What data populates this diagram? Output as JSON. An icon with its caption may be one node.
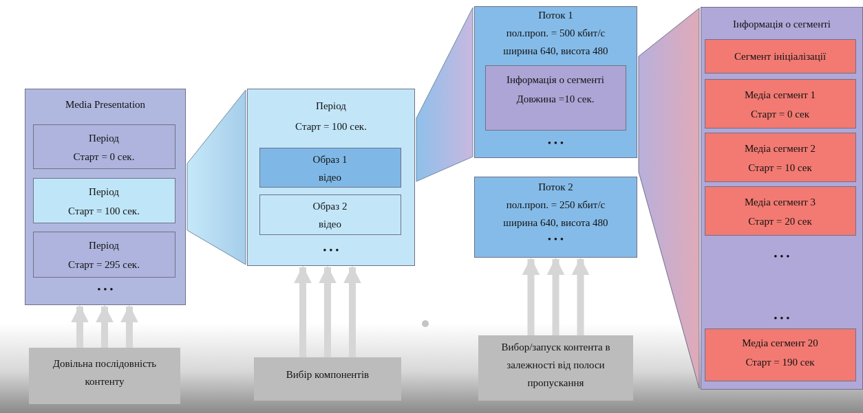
{
  "diagram": {
    "nodes": [
      {
        "text": [
          "Media Presentation",
          "• • •"
        ]
      },
      {
        "text": [
          "Період",
          "Старт = 0 сек."
        ],
        "in": 0
      },
      {
        "text": [
          "Період",
          "Старт = 100 сек."
        ],
        "in": 0
      },
      {
        "text": [
          "Період",
          "Старт = 295 сек."
        ],
        "in": 0
      },
      {
        "text": [
          "Період",
          "Старт = 100 сек.",
          "• • •"
        ]
      },
      {
        "text": [
          "Образ 1",
          "відео"
        ],
        "in": 4
      },
      {
        "text": [
          "Образ 2",
          "відео"
        ],
        "in": 4
      },
      {
        "text": [
          "Поток 1",
          "пол.проп. = 500 кбит/с",
          "ширина 640, висота 480",
          "• • •"
        ]
      },
      {
        "text": [
          "Інформація о сегменті",
          "Довжина =10 сек."
        ],
        "in": 7
      },
      {
        "text": [
          "Поток 2",
          "пол.проп. = 250 кбит/с",
          "ширина 640, висота 480",
          "• • •"
        ]
      },
      {
        "text": [
          "Інформація о сегменті",
          "• • •",
          "• • •"
        ]
      },
      {
        "text": [
          "Сегмент ініціалізації"
        ],
        "in": 10
      },
      {
        "text": [
          "Медіа сегмент 1",
          "Старт = 0 сек"
        ],
        "in": 10
      },
      {
        "text": [
          "Медіа сегмент 2",
          "Старт = 10 сек"
        ],
        "in": 10
      },
      {
        "text": [
          "Медіа сегмент 3",
          "Старт = 20 сек"
        ],
        "in": 10
      },
      {
        "text": [
          "Медіа сегмент 20",
          "Старт = 190 сек"
        ],
        "in": 10
      },
      {
        "text": [
          "Довільна послідовність контенту"
        ]
      },
      {
        "text": [
          "Вибір компонентів"
        ]
      },
      {
        "text": [
          "Вибор/запуск контента в залежності від полоси пропускання"
        ]
      },
      {
        "text": [],
        "shape": "trapezoid"
      },
      {
        "text": [],
        "shape": "trapezoid"
      },
      {
        "text": [],
        "shape": "trapezoid"
      }
    ],
    "edges": [
      {
        "from": 16,
        "to": 0,
        "arrow": "to"
      },
      {
        "from": 16,
        "to": 0,
        "arrow": "to"
      },
      {
        "from": 16,
        "to": 0,
        "arrow": "to"
      },
      {
        "from": 17,
        "to": 4,
        "arrow": "to"
      },
      {
        "from": 17,
        "to": 4,
        "arrow": "to"
      },
      {
        "from": 17,
        "to": 4,
        "arrow": "to"
      },
      {
        "from": 18,
        "to": 9,
        "arrow": "to"
      },
      {
        "from": 18,
        "to": 9,
        "arrow": "to"
      },
      {
        "from": 18,
        "to": 9,
        "arrow": "to"
      }
    ]
  }
}
